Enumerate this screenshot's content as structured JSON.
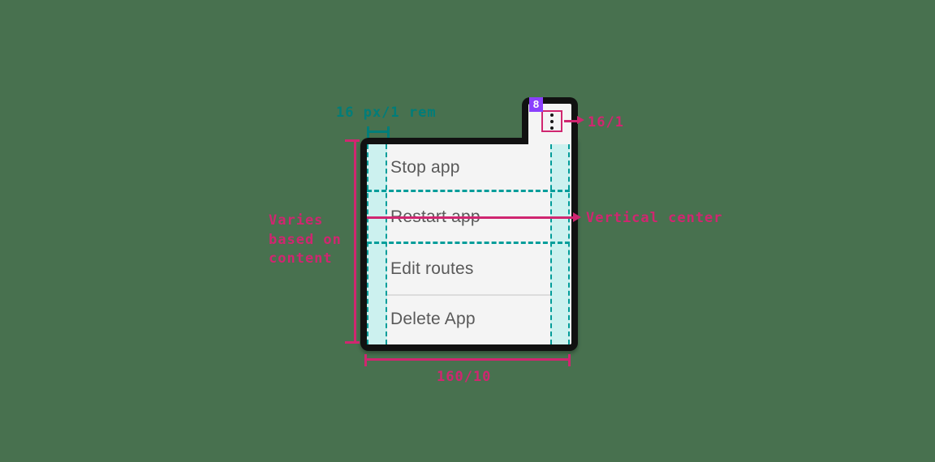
{
  "window": {
    "background_color": "#48714f"
  },
  "menu": {
    "component": "overflow-menu",
    "background_color": "#f4f4f4",
    "border_color": "#111111",
    "item_text_color": "#595959",
    "items": [
      "Stop app",
      "Restart app",
      "Edit routes",
      "Delete App"
    ],
    "overflow_button": {
      "icon": "kebab-vertical-icon",
      "dot_count": 3
    }
  },
  "spec": {
    "badge_number": "8",
    "padding_label": "16 px/1 rem",
    "button_size_label": "16/1",
    "vertical_center_label": "Vertical center",
    "height_label_lines": [
      "Varies",
      "based on",
      "content"
    ],
    "width_label": "160/10",
    "colors": {
      "magenta": "#d02670",
      "teal_text": "#007d79",
      "teal_dash": "#009d9a",
      "teal_fill": "#ccf1ef",
      "purple_badge": "#8a3ffc",
      "divider_gray": "#dcdcdc"
    }
  }
}
